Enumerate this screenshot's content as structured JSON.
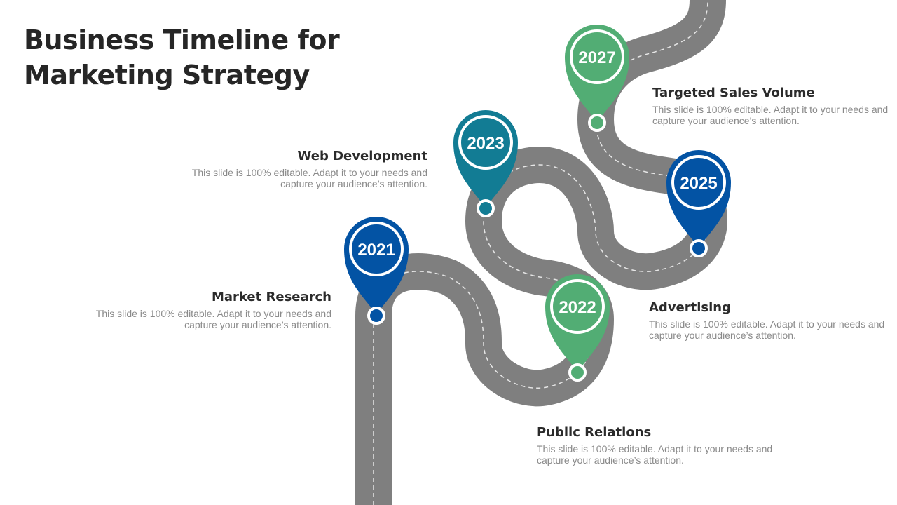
{
  "title": {
    "line1": "Business Timeline for",
    "line2": "Marketing Strategy"
  },
  "colors": {
    "road": "#7f7f7f",
    "dashes": "#e6e6e6",
    "blue": "#0353a4",
    "teal": "#127c94",
    "green": "#52ad74"
  },
  "milestones": [
    {
      "year": "2021",
      "color": "blue",
      "heading": "Market Research",
      "desc_line1": "This slide is 100% editable. Adapt it to your needs and",
      "desc_line2": "capture your audience’s attention."
    },
    {
      "year": "2022",
      "color": "green",
      "heading": "Public Relations",
      "desc_line1": "This slide is 100% editable. Adapt it to your needs and",
      "desc_line2": "capture your audience’s attention."
    },
    {
      "year": "2023",
      "color": "teal",
      "heading": "Web Development",
      "desc_line1": "This slide is 100% editable. Adapt it to your needs and",
      "desc_line2": "capture your audience’s attention."
    },
    {
      "year": "2025",
      "color": "blue",
      "heading": "Advertising",
      "desc_line1": "This slide is 100% editable. Adapt it to your needs and",
      "desc_line2": "capture your audience’s attention."
    },
    {
      "year": "2027",
      "color": "green",
      "heading": "Targeted Sales Volume",
      "desc_line1": "This slide is 100% editable. Adapt it to your needs and",
      "desc_line2": "capture your audience’s attention."
    }
  ]
}
